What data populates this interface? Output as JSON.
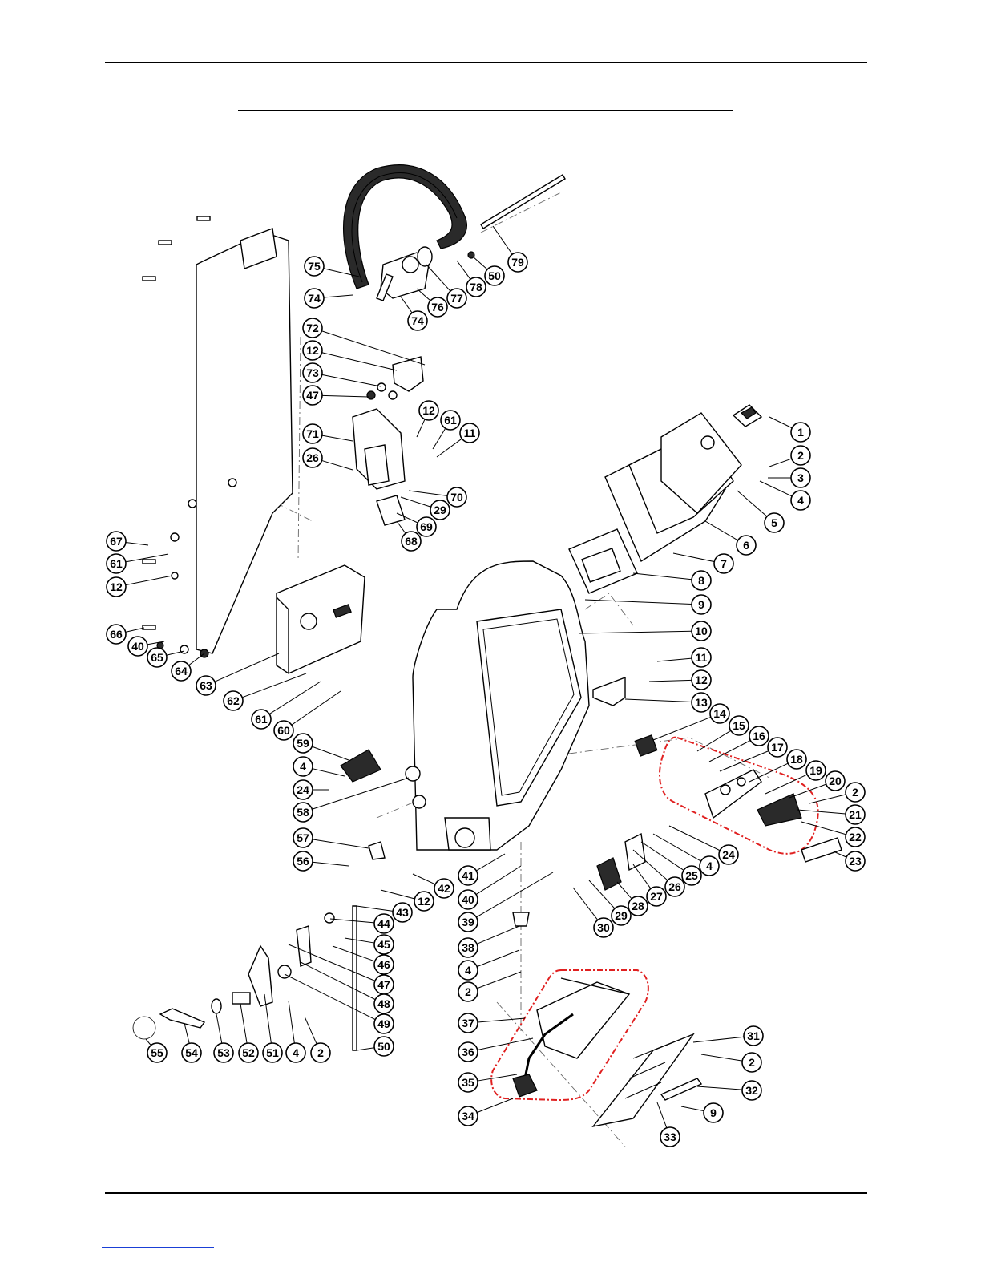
{
  "callouts": [
    {
      "label": "1"
    },
    {
      "label": "2"
    },
    {
      "label": "3"
    },
    {
      "label": "4"
    },
    {
      "label": "5"
    },
    {
      "label": "6"
    },
    {
      "label": "7"
    },
    {
      "label": "8"
    },
    {
      "label": "9"
    },
    {
      "label": "10"
    },
    {
      "label": "11"
    },
    {
      "label": "12"
    },
    {
      "label": "13"
    },
    {
      "label": "14"
    },
    {
      "label": "15"
    },
    {
      "label": "16"
    },
    {
      "label": "17"
    },
    {
      "label": "18"
    },
    {
      "label": "19"
    },
    {
      "label": "20"
    },
    {
      "label": "2"
    },
    {
      "label": "21"
    },
    {
      "label": "22"
    },
    {
      "label": "23"
    },
    {
      "label": "24"
    },
    {
      "label": "4"
    },
    {
      "label": "25"
    },
    {
      "label": "26"
    },
    {
      "label": "27"
    },
    {
      "label": "28"
    },
    {
      "label": "29"
    },
    {
      "label": "30"
    },
    {
      "label": "31"
    },
    {
      "label": "2"
    },
    {
      "label": "32"
    },
    {
      "label": "9"
    },
    {
      "label": "33"
    },
    {
      "label": "34"
    },
    {
      "label": "35"
    },
    {
      "label": "36"
    },
    {
      "label": "37"
    },
    {
      "label": "2"
    },
    {
      "label": "4"
    },
    {
      "label": "38"
    },
    {
      "label": "39"
    },
    {
      "label": "40"
    },
    {
      "label": "41"
    },
    {
      "label": "42"
    },
    {
      "label": "12"
    },
    {
      "label": "43"
    },
    {
      "label": "44"
    },
    {
      "label": "45"
    },
    {
      "label": "46"
    },
    {
      "label": "47"
    },
    {
      "label": "48"
    },
    {
      "label": "49"
    },
    {
      "label": "50"
    },
    {
      "label": "2"
    },
    {
      "label": "4"
    },
    {
      "label": "51"
    },
    {
      "label": "52"
    },
    {
      "label": "53"
    },
    {
      "label": "54"
    },
    {
      "label": "55"
    },
    {
      "label": "56"
    },
    {
      "label": "57"
    },
    {
      "label": "58"
    },
    {
      "label": "24"
    },
    {
      "label": "4"
    },
    {
      "label": "59"
    },
    {
      "label": "60"
    },
    {
      "label": "61"
    },
    {
      "label": "62"
    },
    {
      "label": "63"
    },
    {
      "label": "64"
    },
    {
      "label": "65"
    },
    {
      "label": "40"
    },
    {
      "label": "66"
    },
    {
      "label": "12"
    },
    {
      "label": "61"
    },
    {
      "label": "67"
    },
    {
      "label": "26"
    },
    {
      "label": "71"
    },
    {
      "label": "47"
    },
    {
      "label": "12"
    },
    {
      "label": "72"
    },
    {
      "label": "73"
    },
    {
      "label": "12"
    },
    {
      "label": "61"
    },
    {
      "label": "11"
    },
    {
      "label": "70"
    },
    {
      "label": "29"
    },
    {
      "label": "69"
    },
    {
      "label": "68"
    },
    {
      "label": "75"
    },
    {
      "label": "74"
    },
    {
      "label": "74"
    },
    {
      "label": "76"
    },
    {
      "label": "77"
    },
    {
      "label": "78"
    },
    {
      "label": "50"
    },
    {
      "label": "79"
    }
  ]
}
